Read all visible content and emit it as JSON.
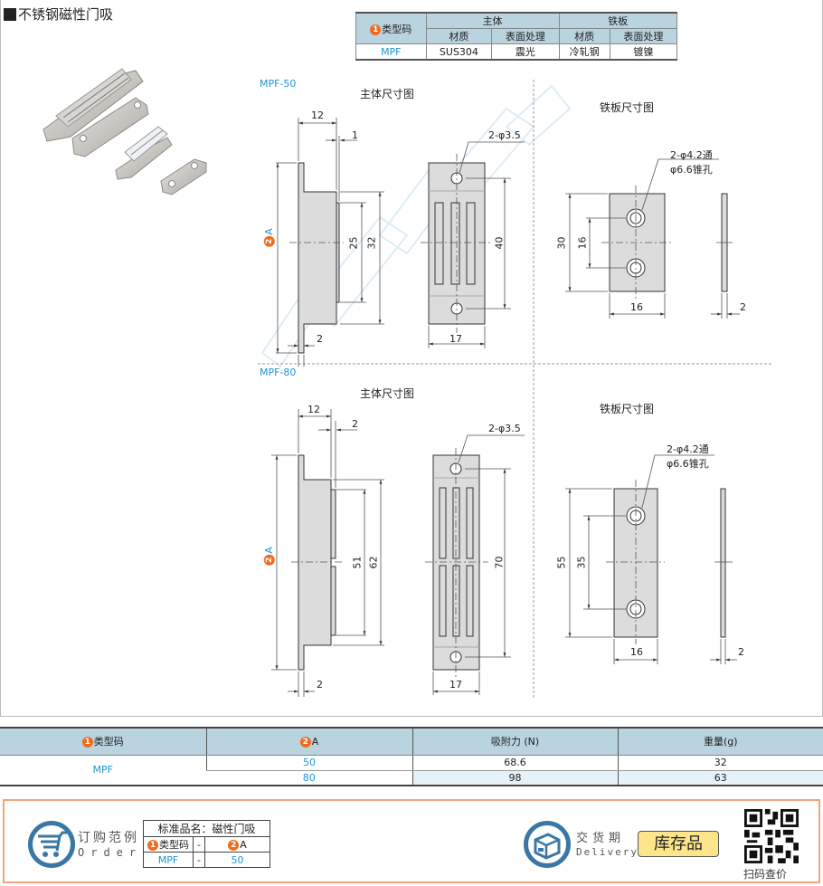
{
  "title": "不锈钢磁性门吸",
  "material_table": {
    "type_code_label": "类型码",
    "type_code_num": "1",
    "groups": [
      "主体",
      "铁板"
    ],
    "subheaders": [
      "材质",
      "表面处理",
      "材质",
      "表面处理"
    ],
    "row": {
      "type": "MPF",
      "body_material": "SUS304",
      "body_finish": "震光",
      "plate_material": "冷轧钢",
      "plate_finish": "镀镍"
    }
  },
  "drawings": {
    "mpf50": {
      "section_label": "MPF-50",
      "body_title": "主体尺寸图",
      "plate_title": "铁板尺寸图",
      "body_dims": {
        "depth": "12",
        "step": "1",
        "magnet_len": "25",
        "body_len": "32",
        "base": "2",
        "hole_note": "2-φ3.5",
        "hole_pitch": "40",
        "width": "17",
        "overall": "A",
        "overall_num": "2"
      },
      "plate_dims": {
        "hole_note_1": "2-φ4.2通",
        "hole_note_2": "φ6.6锥孔",
        "length": "30",
        "pitch": "16",
        "width": "16",
        "thickness": "2"
      }
    },
    "mpf80": {
      "section_label": "MPF-80",
      "body_title": "主体尺寸图",
      "plate_title": "铁板尺寸图",
      "body_dims": {
        "depth": "12",
        "step": "2",
        "magnet_len": "51",
        "body_len": "62",
        "base": "2",
        "hole_note": "2-φ3.5",
        "hole_pitch": "70",
        "width": "17",
        "overall": "A",
        "overall_num": "2"
      },
      "plate_dims": {
        "hole_note_1": "2-φ4.2通",
        "hole_note_2": "φ6.6锥孔",
        "length": "55",
        "pitch": "35",
        "width": "16",
        "thickness": "2"
      }
    },
    "watermark": "SAMES"
  },
  "spec_table": {
    "headers": [
      {
        "num": "1",
        "label": "类型码"
      },
      {
        "num": "2",
        "label": "A"
      },
      {
        "num": "",
        "label": "吸附力 (N)"
      },
      {
        "num": "",
        "label": "重量(g)"
      }
    ],
    "type": "MPF",
    "rows": [
      {
        "a": "50",
        "force": "68.6",
        "weight": "32"
      },
      {
        "a": "80",
        "force": "98",
        "weight": "63"
      }
    ]
  },
  "order": {
    "label": "订购范例",
    "sub": "Order",
    "std_name": "标准品名：磁性门吸",
    "col1_num": "1",
    "col1": "类型码",
    "dash": "-",
    "col2_num": "2",
    "col2": "A",
    "val1": "MPF",
    "val2": "50"
  },
  "delivery": {
    "label": "交货期",
    "sub": "Delivery",
    "stock": "库存品",
    "qr_label": "扫码查价"
  },
  "colors": {
    "accent_blue": "#1e95d3",
    "badge_orange": "#ef6c1f",
    "header_blue": "#b9d3df",
    "border_orange": "#f3a57d",
    "icon_blue": "#3a77a5",
    "stock_yellow": "#fce58a"
  }
}
